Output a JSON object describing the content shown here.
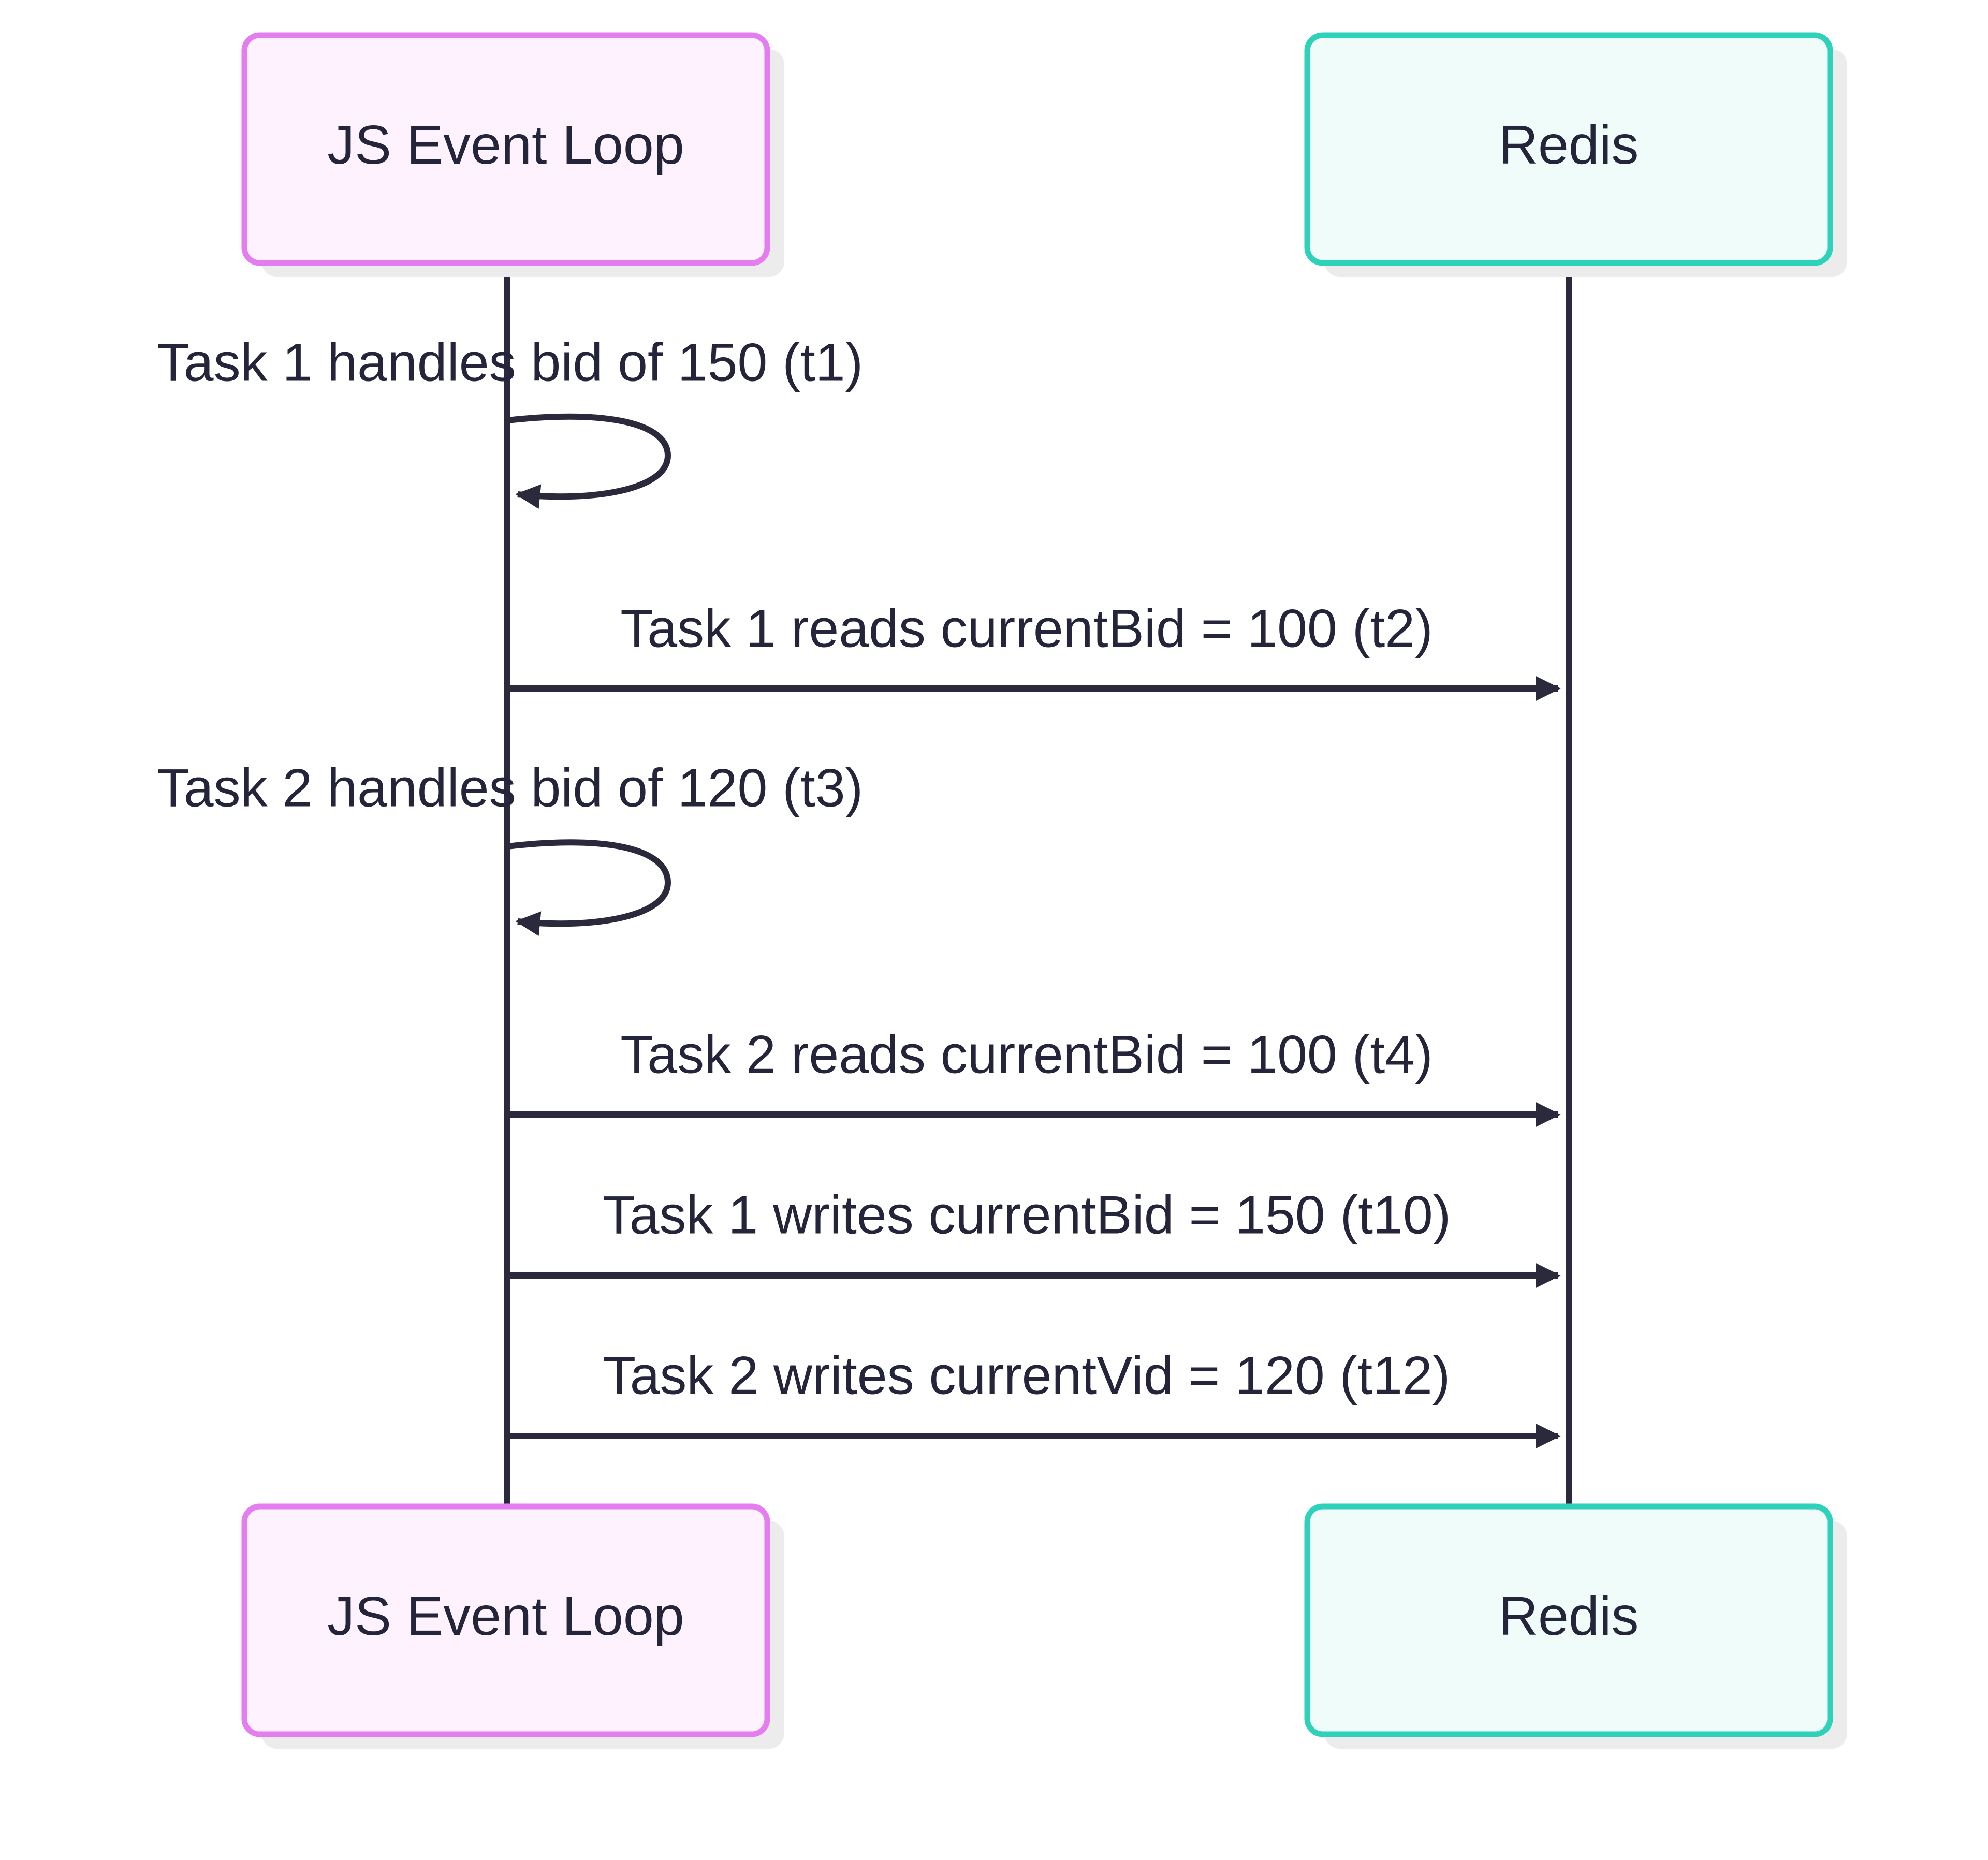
{
  "colors": {
    "line": "#2a2a3c",
    "text": "#24243a",
    "event_loop_border": "#e47ef0",
    "event_loop_fill": "#fdf2fd",
    "redis_border": "#2ed2ba",
    "redis_fill": "#effcf9",
    "shadow": "#ececec"
  },
  "participants": {
    "event_loop": {
      "label": "JS Event Loop"
    },
    "redis": {
      "label": "Redis"
    }
  },
  "messages": [
    {
      "type": "self",
      "label": "Task 1 handles bid of 150 (t1)"
    },
    {
      "type": "arrow",
      "label": "Task 1 reads currentBid = 100 (t2)"
    },
    {
      "type": "self",
      "label": "Task 2 handles bid of 120 (t3)"
    },
    {
      "type": "arrow",
      "label": "Task 2 reads currentBid = 100 (t4)"
    },
    {
      "type": "arrow",
      "label": "Task 1 writes currentBid = 150 (t10)"
    },
    {
      "type": "arrow",
      "label": "Task 2 writes currentVid = 120 (t12)"
    }
  ]
}
